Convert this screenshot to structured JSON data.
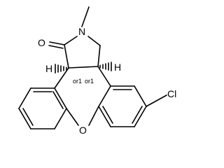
{
  "molecule": {
    "atom_labels": {
      "oxygen_carbonyl": "O",
      "nitrogen": "N",
      "hydrogen_left": "H",
      "hydrogen_right": "H",
      "chlorine": "Cl",
      "oxygen_ether": "O"
    },
    "stereo_labels": {
      "left": "or1",
      "right": "or1"
    }
  }
}
